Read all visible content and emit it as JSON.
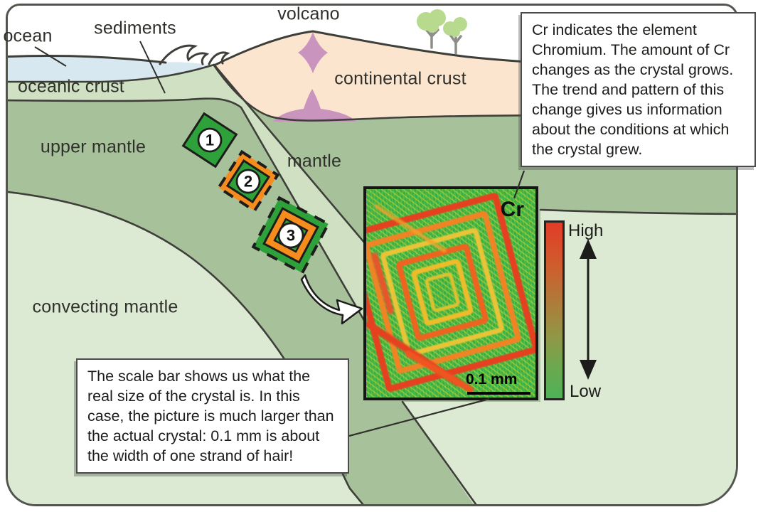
{
  "figure": {
    "title_context": "Subduction zone cross-section with crystal growth stages and a chromium element map",
    "region_labels": {
      "ocean": "ocean",
      "sediments": "sediments",
      "volcano": "volcano",
      "continental_crust": "continental crust",
      "oceanic_crust": "oceanic crust",
      "upper_mantle": "upper mantle",
      "mantle": "mantle",
      "convecting_mantle": "convecting mantle"
    },
    "crystal_stages": [
      "1",
      "2",
      "3"
    ],
    "cr_map": {
      "element_label": "Cr",
      "scale_bar_label": "0.1 mm"
    },
    "legend": {
      "high": "High",
      "low": "Low"
    },
    "callouts": {
      "cr_info": "Cr indicates the element Chromium. The amount of Cr changes as the crystal grows. The trend and pattern of this change gives us information about the conditions at which the crystal grew.",
      "scale_info": "The scale bar shows us what the real size of the crystal is. In this case, the picture is much larger than the actual crystal: 0.1 mm is about the width of one strand of hair!"
    },
    "colors": {
      "ocean": "#d8e8f0",
      "oceanic_crust_slab": "#cfe0c3",
      "mantle": "#a7c19b",
      "convecting_mantle": "#dcead4",
      "continental_crust": "#fbe5cf",
      "magma": "#c994be",
      "crystal_green": "#2ea13b",
      "crystal_orange": "#f78c1e",
      "map_high": "#e23c27",
      "map_low": "#4eb257"
    }
  }
}
